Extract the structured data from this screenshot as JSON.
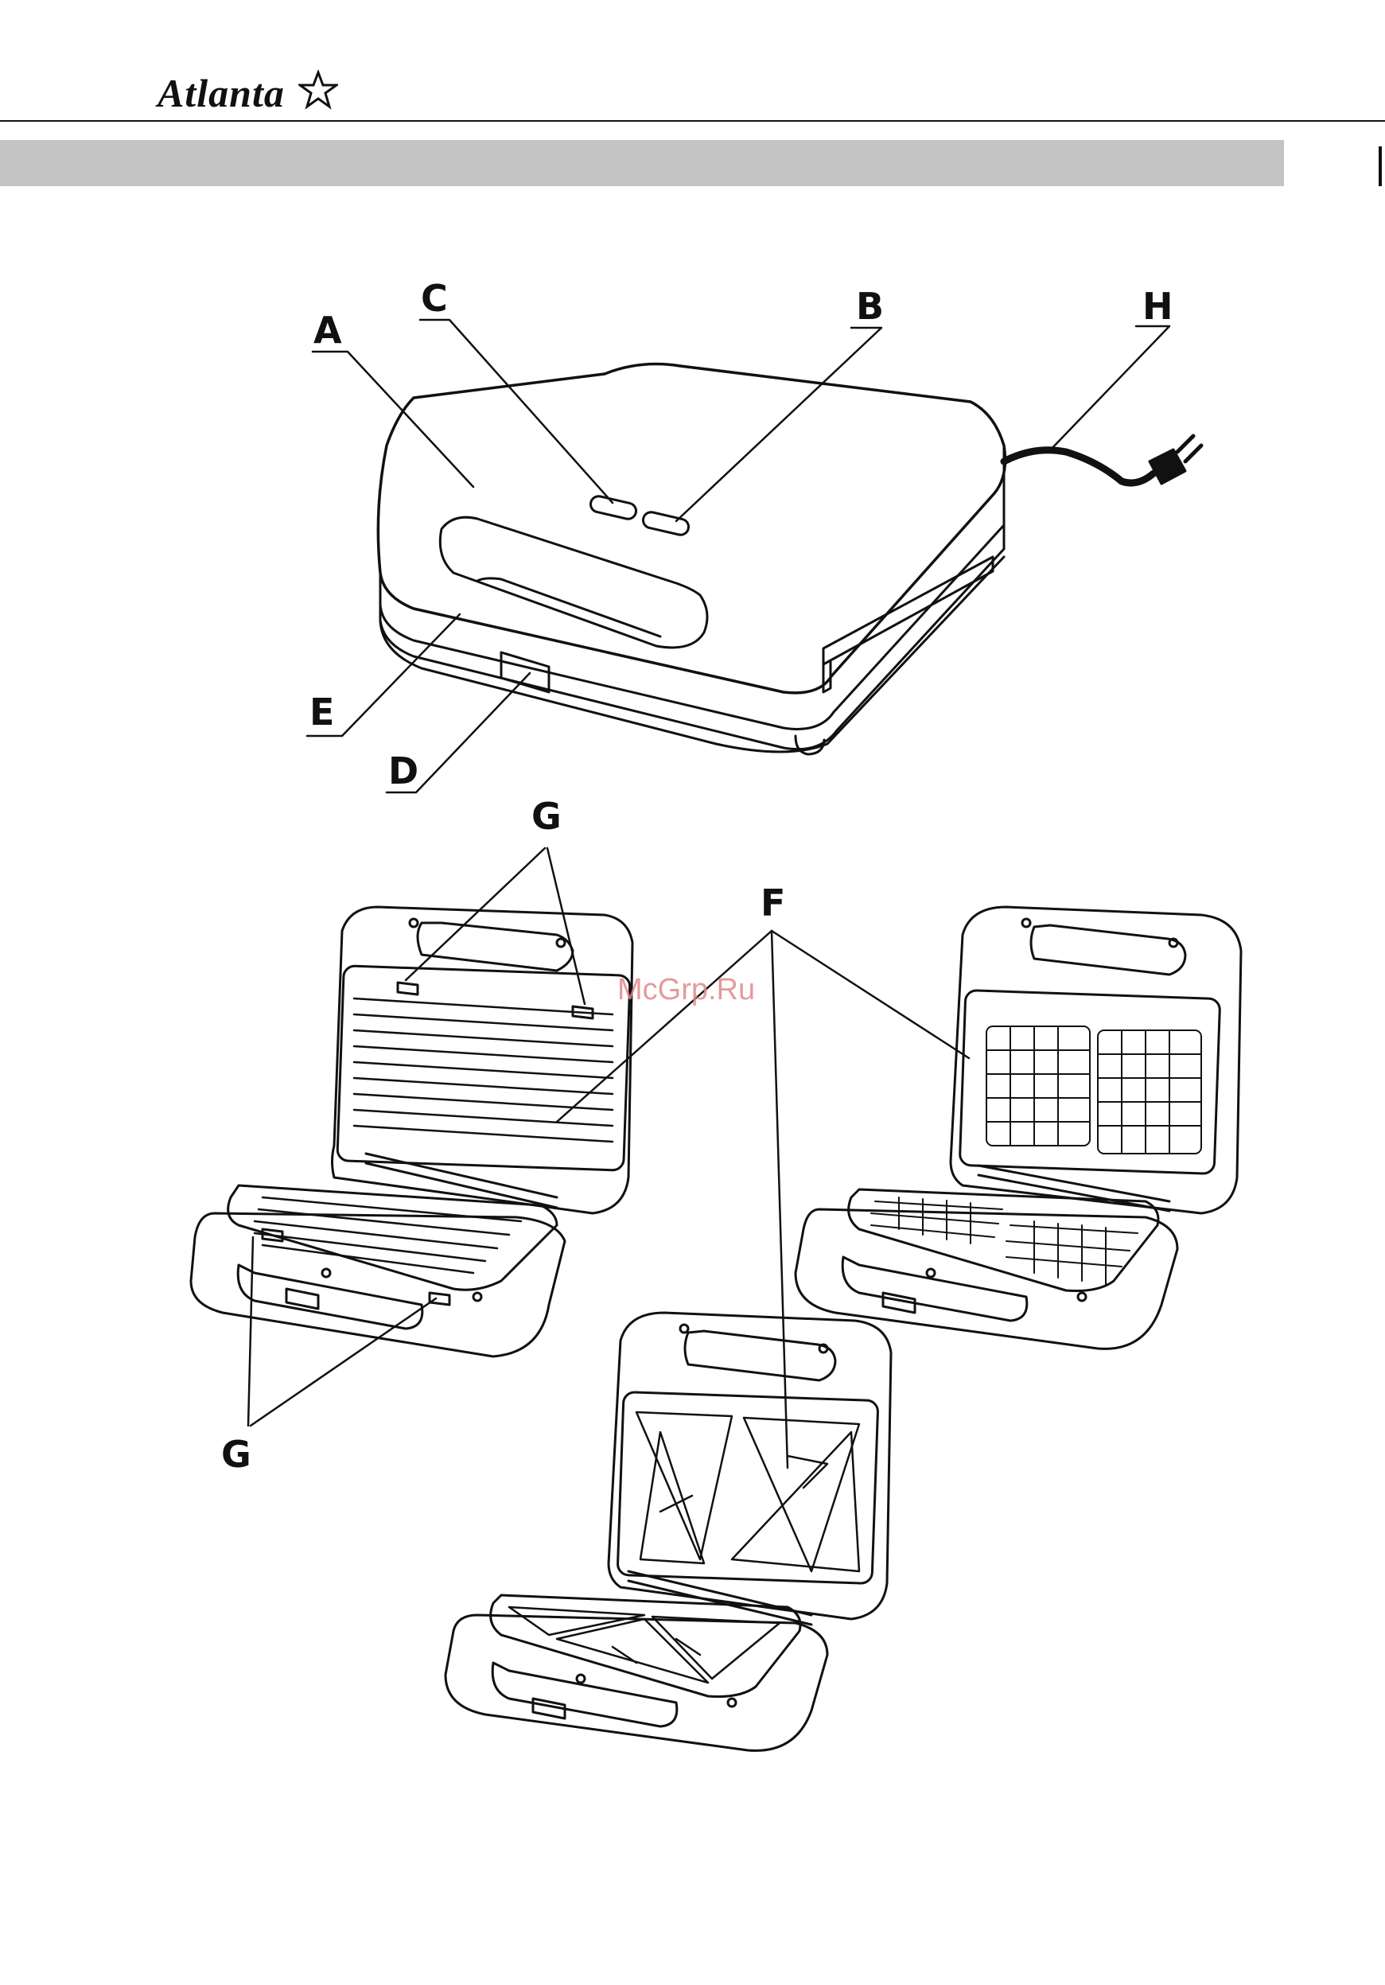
{
  "brand": {
    "name": "Atlanta"
  },
  "watermark": "McGrp.Ru",
  "labels": {
    "A": "A",
    "B": "B",
    "C": "C",
    "D": "D",
    "E": "E",
    "F": "F",
    "G_top": "G",
    "G_bottom": "G",
    "H": "H"
  },
  "colors": {
    "band": "#c4c4c4",
    "line": "#111111",
    "watermark": "#e08a8a"
  }
}
